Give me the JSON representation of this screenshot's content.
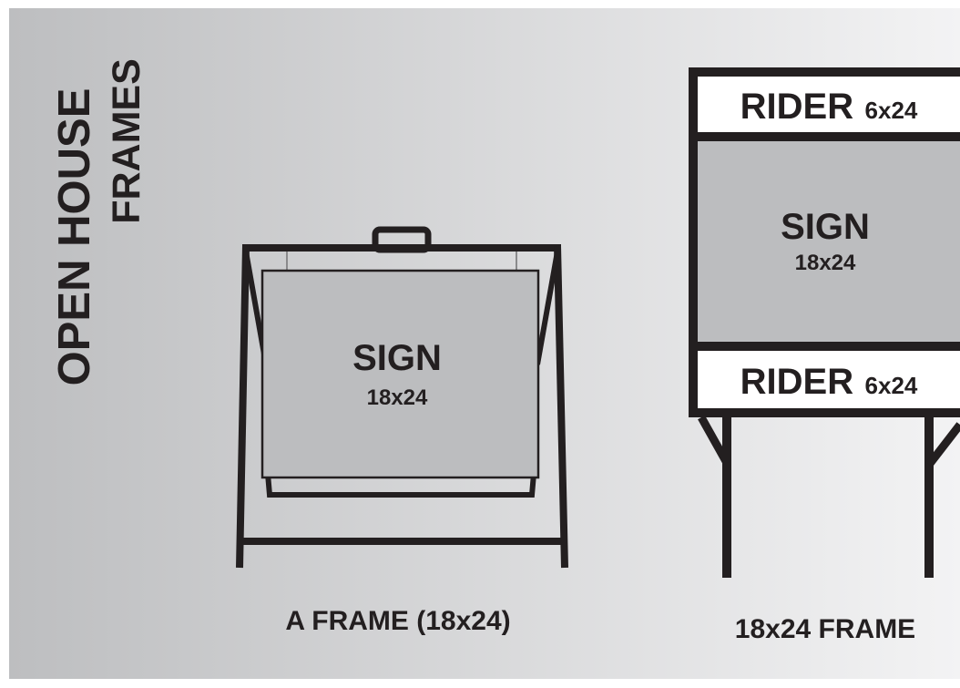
{
  "heading": {
    "line1": "OPEN HOUSE",
    "line2": "FRAMES"
  },
  "a_frame": {
    "sign_label": "SIGN",
    "sign_size": "18x24",
    "caption": "A FRAME (18x24)"
  },
  "rider_frame": {
    "rider_top_label": "RIDER",
    "rider_top_size": "6x24",
    "sign_label": "SIGN",
    "sign_size": "18x24",
    "rider_bottom_label": "RIDER",
    "rider_bottom_size": "6x24",
    "caption": "18x24 FRAME"
  },
  "colors": {
    "background_gradient_start": "#bdbec0",
    "background_gradient_end": "#f3f3f4",
    "frame": "#231f20",
    "sign_panel": "#bcbdbf",
    "rider_panel": "#ffffff",
    "text": "#231f20"
  }
}
